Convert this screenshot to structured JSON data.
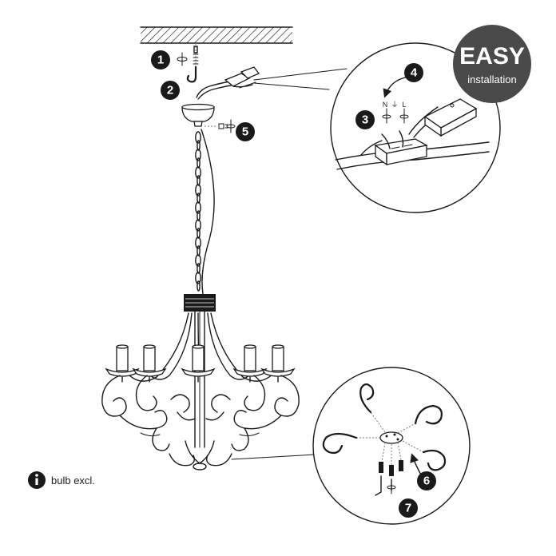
{
  "badge": {
    "title": "EASY",
    "subtitle": "installation",
    "color": "#4a4a4a"
  },
  "steps": [
    "1",
    "2",
    "3",
    "4",
    "5",
    "6",
    "7"
  ],
  "wire_labels": {
    "neutral": "N",
    "earth": "⏚",
    "live": "L"
  },
  "note": {
    "icon": "info-icon",
    "text": "bulb excl."
  },
  "colors": {
    "ink": "#1a1a1a",
    "step_marker": "#1a1a1a"
  }
}
